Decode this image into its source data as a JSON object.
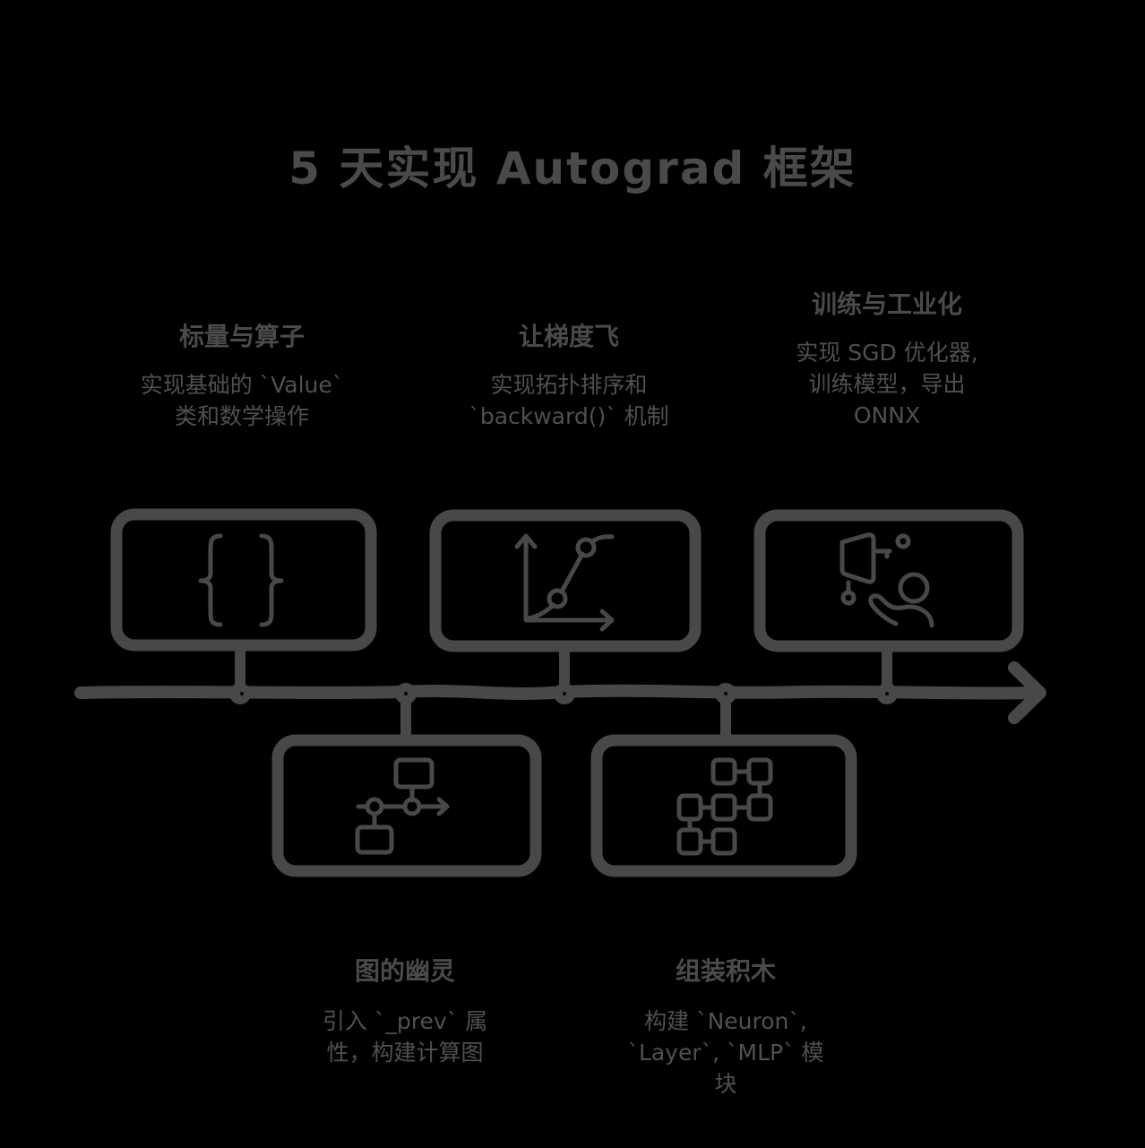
{
  "title": "5 天实现 Autograd 框架",
  "colors": {
    "background": "#000000",
    "stroke": "#484848",
    "text": "#4a4a4a"
  },
  "milestones": [
    {
      "id": "day1",
      "position": "top",
      "heading": "标量与算子",
      "desc_lines": [
        "实现基础的 `Value`",
        "类和数学操作"
      ],
      "icon": "curly-braces-icon"
    },
    {
      "id": "day2",
      "position": "bottom",
      "heading": "图的幽灵",
      "desc_lines": [
        "引入 `_prev` 属",
        "性，构建计算图"
      ],
      "icon": "graph-nodes-icon"
    },
    {
      "id": "day3",
      "position": "top",
      "heading": "让梯度飞",
      "desc_lines": [
        "实现拓扑排序和",
        "`backward()` 机制"
      ],
      "icon": "gradient-chart-icon"
    },
    {
      "id": "day4",
      "position": "bottom",
      "heading": "组装积木",
      "desc_lines": [
        "构建 `Neuron`,",
        "`Layer`, `MLP` 模",
        "块"
      ],
      "icon": "module-blocks-icon"
    },
    {
      "id": "day5",
      "position": "top",
      "heading": "训练与工业化",
      "desc_lines": [
        "实现 SGD 优化器,",
        "训练模型，导出",
        "ONNX"
      ],
      "icon": "user-training-icon"
    }
  ]
}
